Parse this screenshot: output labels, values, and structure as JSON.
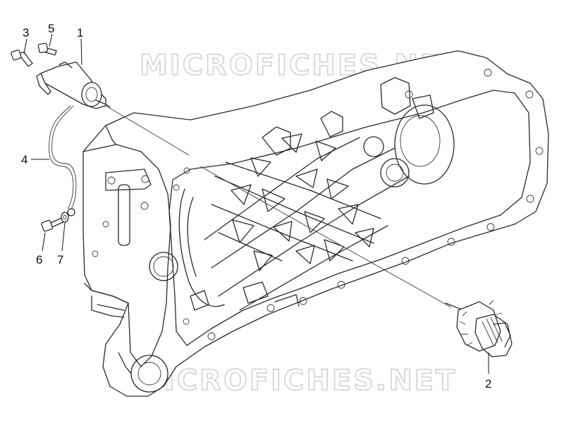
{
  "watermark": {
    "top": "MICROFICHES.NET",
    "bottom": "MICROFICHES.NET"
  },
  "callouts": [
    {
      "id": "3",
      "label": "3"
    },
    {
      "id": "5",
      "label": "5"
    },
    {
      "id": "1",
      "label": "1"
    },
    {
      "id": "4",
      "label": "4"
    },
    {
      "id": "6",
      "label": "6"
    },
    {
      "id": "7",
      "label": "7"
    },
    {
      "id": "2",
      "label": "2"
    }
  ],
  "colors": {
    "line": "#2a2a2a",
    "watermark": "#d2d2d2",
    "background": "#ffffff"
  }
}
